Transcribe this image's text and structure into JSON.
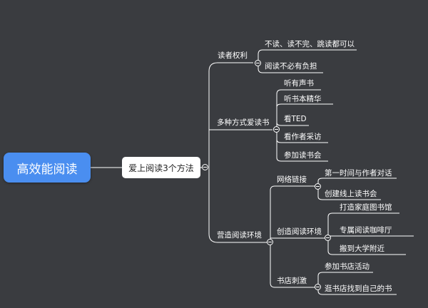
{
  "root": {
    "label": "高效能阅读"
  },
  "main": {
    "label": "爱上阅读3个方法"
  },
  "branches": [
    {
      "label": "读者权利",
      "leaves": [
        "不读、读不完、跳读都可以",
        "阅读不必有负担"
      ]
    },
    {
      "label": "多种方式爱读书",
      "leaves": [
        "听有声书",
        "听书本精华",
        "看TED",
        "看作者采访",
        "参加读书会"
      ]
    },
    {
      "label": "营造阅读环境",
      "subs": [
        {
          "label": "网络链接",
          "leaves": [
            "第一时间与作者对话",
            "创建线上读书会"
          ]
        },
        {
          "label": "创造阅读环境",
          "leaves": [
            "打造家庭图书馆",
            "专属阅读咖啡厅",
            "搬到大学附近"
          ]
        },
        {
          "label": "书店刺激",
          "leaves": [
            "参加书店活动",
            "逛书店找到自己的书"
          ]
        }
      ]
    }
  ]
}
